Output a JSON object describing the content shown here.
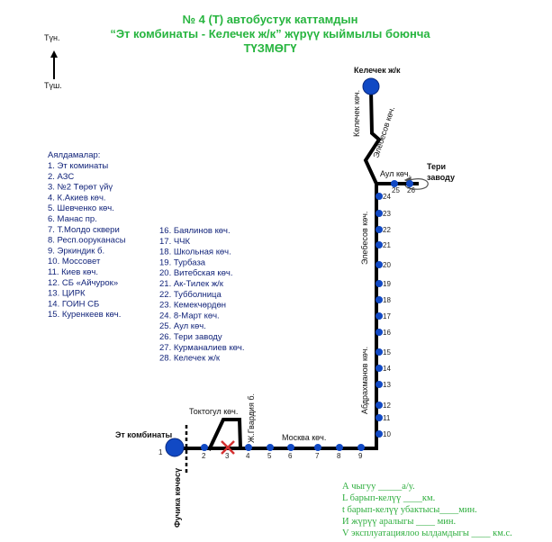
{
  "title": {
    "line1": "№ 4 (Т) автобустук каттамдын",
    "line2": "“Эт комбинаты  - Келечек ж/к” жүрүү кыймылы боюнча",
    "line3": "ТҮЗМӨГҮ"
  },
  "compass": {
    "north": "Түн.",
    "south": "Түш."
  },
  "colors": {
    "title": "#27b53f",
    "stop": "#1149c4",
    "route": "#000000",
    "closed_stop": "#d43030"
  },
  "terminals": {
    "start": "Эт комбинаты",
    "end": "Келечек ж/к",
    "teri": [
      "Тери",
      "заводу"
    ]
  },
  "streets": {
    "kelechek": "Келечек көч.",
    "elebesov_diag": "Элебесов көч.",
    "aul": "Аул көч.",
    "elebesov": "Элебесов көч.",
    "abdrakhmanov": "Абдрахманов көч.",
    "toktogul": "Токтогул көч.",
    "zh_gvardiya": "Ж.Гвардия б.",
    "moskva": "Москва көч.",
    "fuchika": "Фучика көчөсү"
  },
  "stop_numbers": {
    "s1": "1",
    "s2": "2",
    "s3": "3",
    "s4": "4",
    "s5": "5",
    "s6": "6",
    "s7": "7",
    "s8": "8",
    "s9": "9",
    "s10": "10",
    "s11": "11",
    "s12": "12",
    "s13": "13",
    "s14": "14",
    "s15": "15",
    "s16": "16",
    "s17": "17",
    "s18": "18",
    "s19": "19",
    "s20": "20",
    "s21": "21",
    "s22": "22",
    "s23": "23",
    "s24": "24",
    "s25": "25",
    "s26": "26"
  },
  "stops_list": {
    "heading": "Аялдамалар:",
    "col1": [
      "1. Эт коминаты",
      "2. АЗС",
      "3. №2 Төрөт үйү",
      "4. К.Акиев көч.",
      "5. Шевченко көч.",
      "6. Манас пр.",
      "7. Т.Молдо сквери",
      "8. Респ.ооруканасы",
      "9. Эркиндик б.",
      "10. Моссовет",
      "11. Киев көч.",
      "12. СБ «Айчурок»",
      "13. ЦИРК",
      "14. ГОИН СБ",
      "15. Куренкеев көч."
    ],
    "col2": [
      "16. Баялинов көч.",
      "17. ЧЧК",
      "18. Школьная көч.",
      "19. Турбаза",
      "20. Витебская көч.",
      "21. Ак-Тилек ж/к",
      "22. Тубболница",
      "23. Кемекчөрдөн",
      "24. 8-Март көч.",
      "25. Аул көч.",
      "26. Тери заводу",
      "27. Курманалиев көч.",
      "28. Келечек ж/к"
    ]
  },
  "info": {
    "a": "А чыгуу   _____а/у.",
    "l": "L барып-келүү  ____км.",
    "t": "t барып-келүү убактысы____мин.",
    "i": "И жүрүү аралыгы ____     мин.",
    "v": "V эксплуатациялоо ылдамдыгы ____ км.с."
  }
}
